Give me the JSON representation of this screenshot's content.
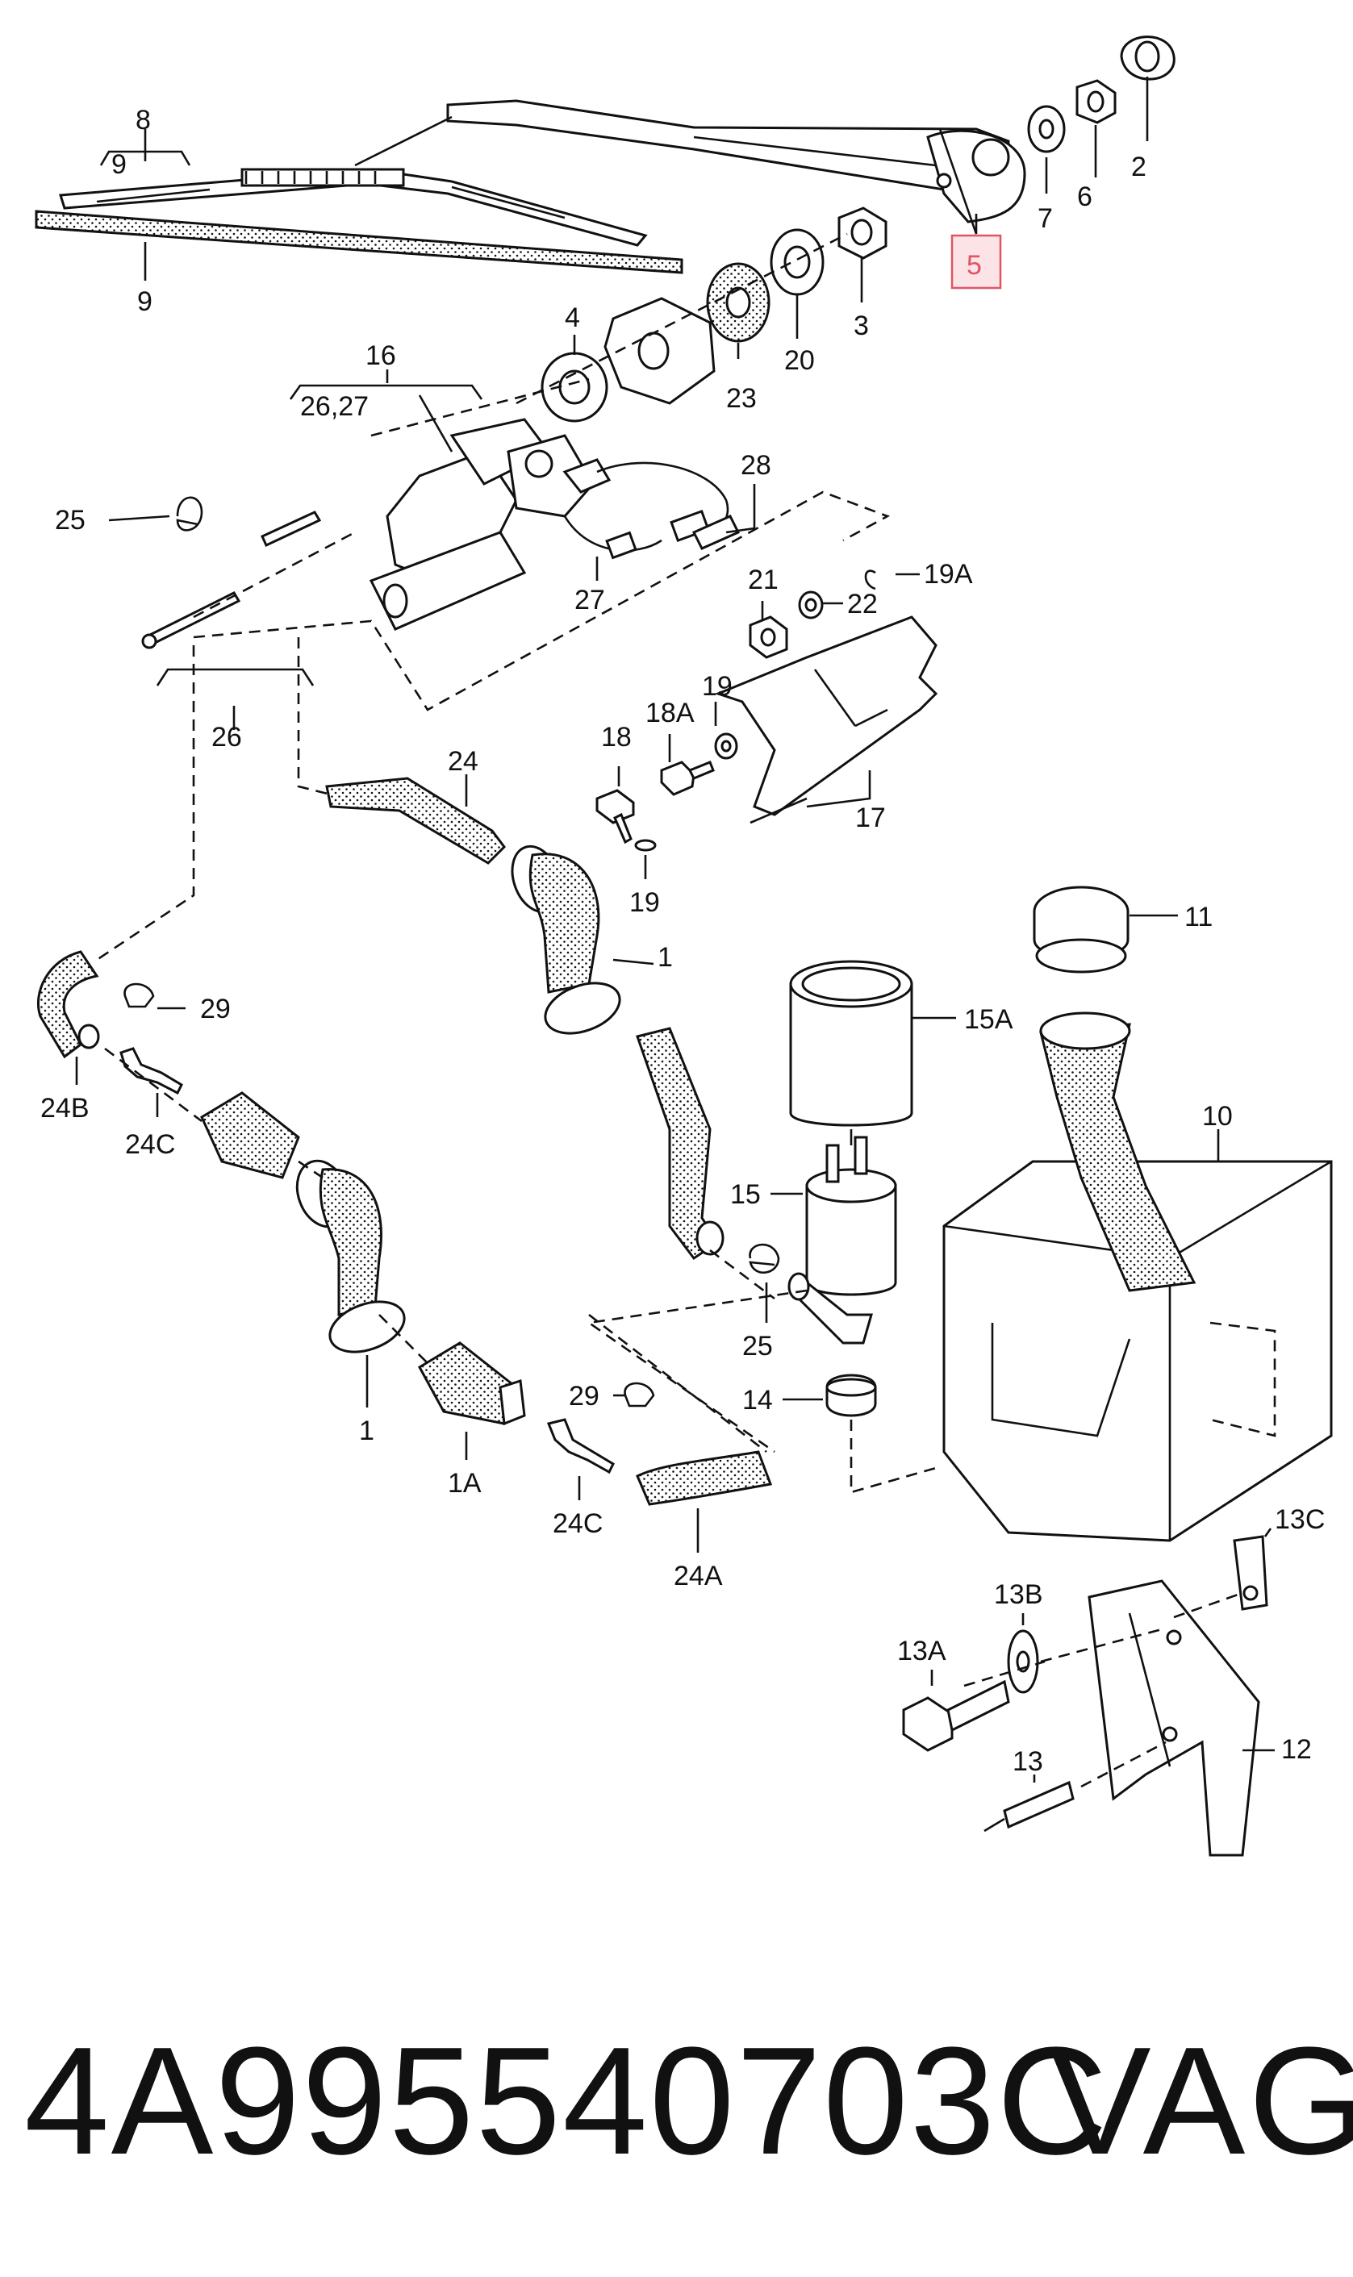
{
  "diagram": {
    "highlight_color": "#e05565",
    "callouts": {
      "c1": "1",
      "c1b": "1",
      "c1A": "1A",
      "c2": "2",
      "c3": "3",
      "c4": "4",
      "c5": "5",
      "c6": "6",
      "c7": "7",
      "c8": "8",
      "c9a": "9",
      "c9b": "9",
      "c10": "10",
      "c11": "11",
      "c12": "12",
      "c13": "13",
      "c13A": "13A",
      "c13B": "13B",
      "c13C": "13C",
      "c14": "14",
      "c15": "15",
      "c15A": "15A",
      "c16": "16",
      "c2627": "26,27",
      "c17": "17",
      "c18": "18",
      "c18A": "18A",
      "c19a": "19",
      "c19b": "19",
      "c19A": "19A",
      "c20": "20",
      "c21": "21",
      "c22": "22",
      "c23": "23",
      "c24": "24",
      "c24A": "24A",
      "c24B": "24B",
      "c24Ca": "24C",
      "c24Cb": "24C",
      "c25a": "25",
      "c25b": "25",
      "c26": "26",
      "c27": "27",
      "c28": "28",
      "c29a": "29",
      "c29b": "29"
    }
  },
  "footer": {
    "part_number": "4A995540703C",
    "brand": "VAG"
  }
}
